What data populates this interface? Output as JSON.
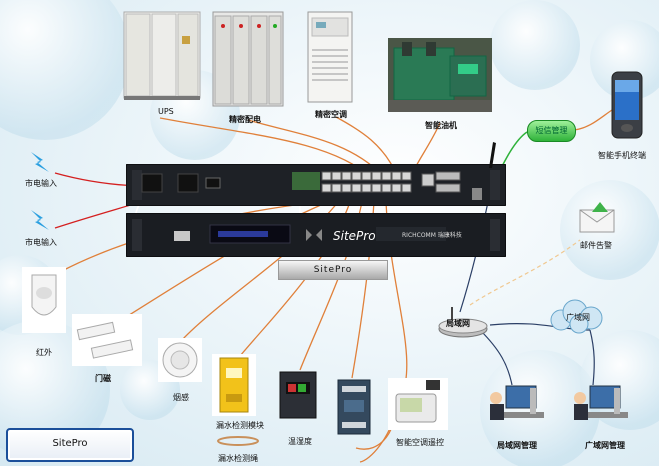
{
  "labels": {
    "ups": "UPS",
    "power_dist": "精密配电",
    "precision_ac": "精密空调",
    "diesel": "智能油机",
    "sms_mgmt": "短信管理",
    "smart_phone": "智能手机终端",
    "mains_input_1": "市电输入",
    "mains_input_2": "市电输入",
    "email_alarm": "邮件告警",
    "lan_label": "局域网",
    "wan_label": "广域网",
    "infrared": "红外",
    "door_magnet": "门磁",
    "smoke": "烟感",
    "leak_module": "漏水检测模块",
    "leak_cable": "漏水检测绳",
    "temp_humidity": "温湿度",
    "ac_remote": "智能空调遥控",
    "lan_mgmt": "局域网管理",
    "wan_mgmt": "广域网管理"
  },
  "device": {
    "brand": "SitePro",
    "vendor": "RICHCOMM 瑞康科技",
    "product_label": "SitePro"
  },
  "footer": {
    "title": "SitePro"
  },
  "colors": {
    "wire_orange": "#e0803a",
    "wire_red": "#d42020",
    "wire_white": "#ffffff",
    "device_body": "#1e2126",
    "sms_green": "#2fb23a",
    "footer_border": "#1b4f9a"
  }
}
